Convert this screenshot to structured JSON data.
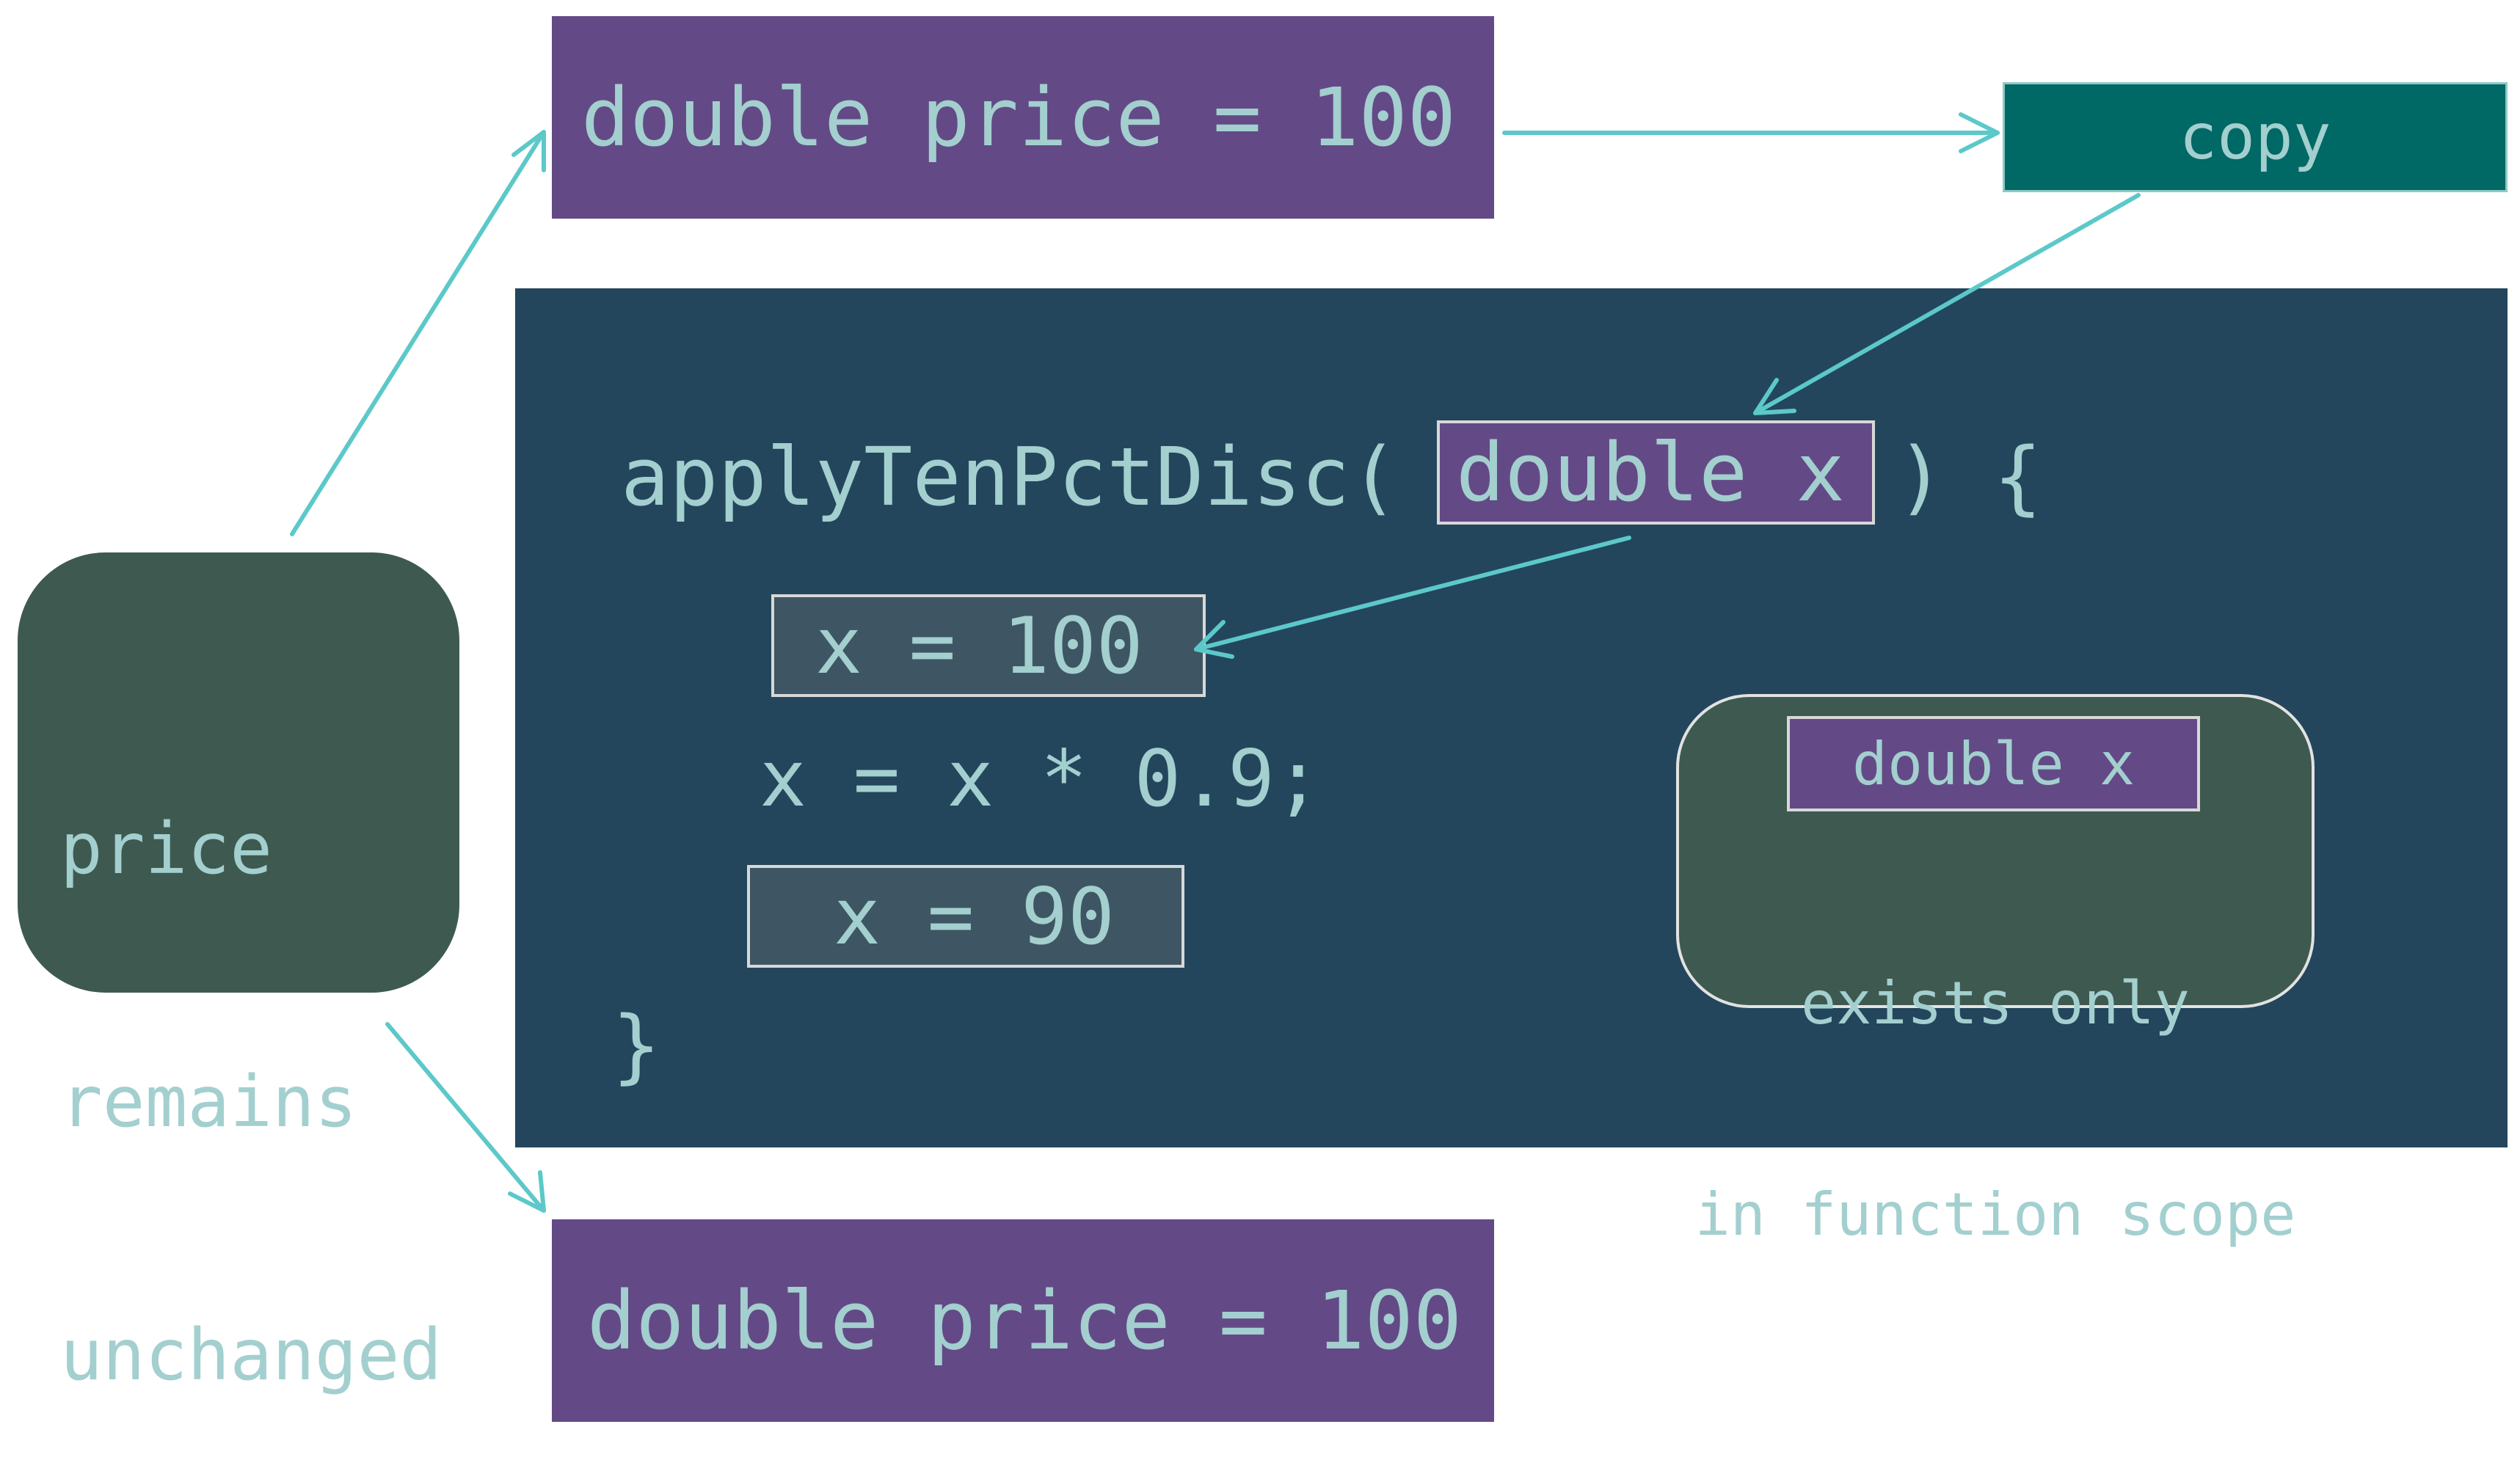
{
  "price_top": {
    "text": "double price = 100"
  },
  "copy_label": "copy",
  "function": {
    "name": "applyTenPctDisc(",
    "param": "double x",
    "open": ") {",
    "line_x100": "x = 100",
    "statement": "x = x * 0.9;",
    "line_x90": "x = 90",
    "close": "}"
  },
  "scope": {
    "param": "double x",
    "note_lines": [
      "exists only",
      "in function scope"
    ]
  },
  "remains": {
    "lines": [
      "price",
      "remains",
      "unchanged"
    ]
  },
  "price_bottom": {
    "text": "double price = 100"
  },
  "colors": {
    "purple": "#634a86",
    "teal": "#006865",
    "panel": "#23465d",
    "green": "#3e5a50",
    "arrow": "#5cc8c9",
    "text": "#a3cfcf"
  }
}
